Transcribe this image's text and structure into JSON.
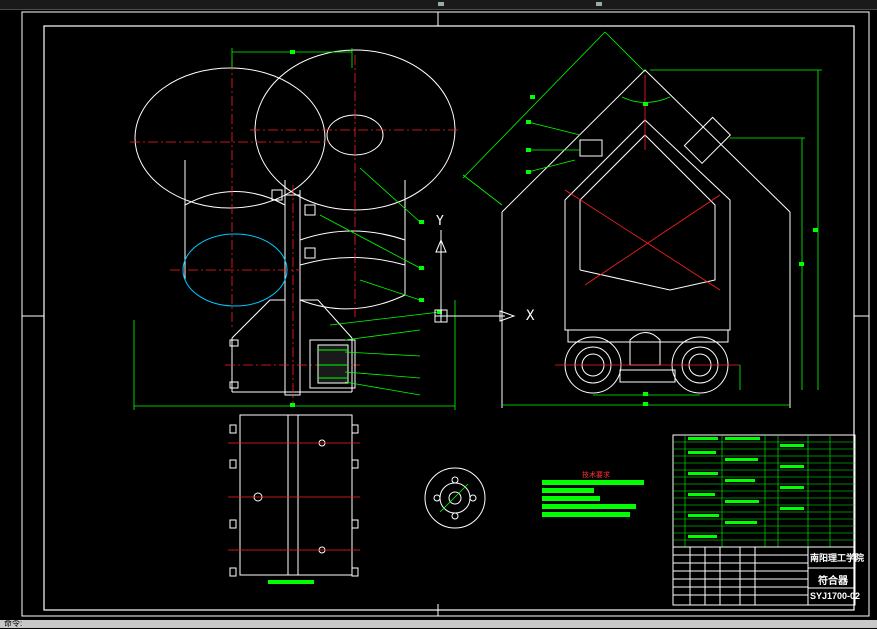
{
  "axis": {
    "y_label": "Y",
    "x_label": "X"
  },
  "title_block": {
    "school": "南阳理工学院",
    "drawing_name": "符合器",
    "drawing_number": "SYJ1700-02"
  },
  "notes": {
    "heading": "技术要求"
  },
  "colors": {
    "background": "#000000",
    "outline": "#ffffff",
    "dimension": "#00ff00",
    "centerline": "#ff0000",
    "hidden": "#00c8ff"
  },
  "status": {
    "text": "命令:"
  }
}
